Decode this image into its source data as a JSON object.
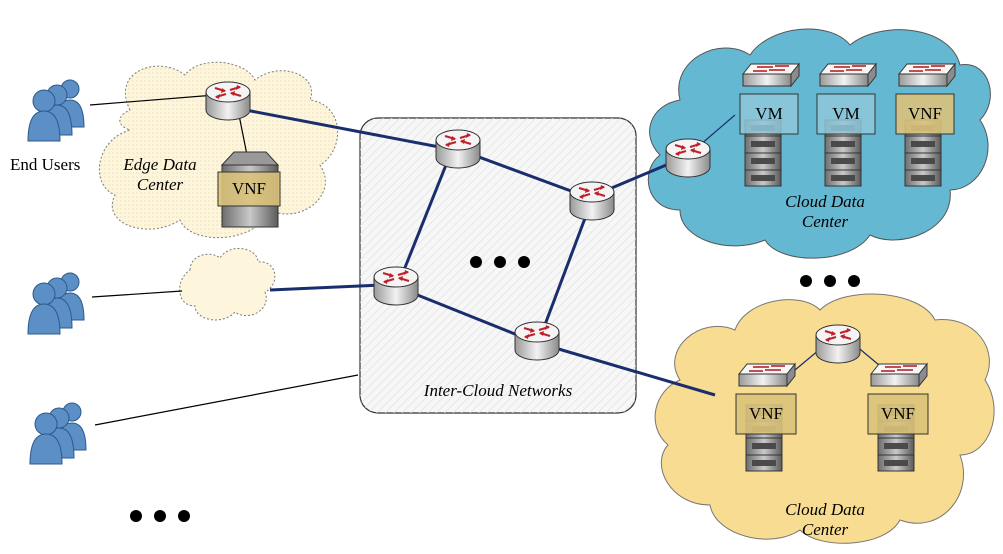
{
  "labels": {
    "end_users": "End Users",
    "edge_dc_line1": "Edge Data",
    "edge_dc_line2": "Center",
    "inter_cloud": "Inter-Cloud Networks",
    "cloud_dc_top_line1": "Cloud Data",
    "cloud_dc_top_line2": "Center",
    "cloud_dc_bottom_line1": "Cloud Data",
    "cloud_dc_bottom_line2": "Center"
  },
  "boxes": {
    "edge_vnf": "VNF",
    "top_vm1": "VM",
    "top_vm2": "VM",
    "top_vnf": "VNF",
    "bottom_vnf1": "VNF",
    "bottom_vnf2": "VNF"
  },
  "colors": {
    "link": "#1a2e6e",
    "edge_cloud": "#fdf6dc",
    "small_cloud": "#fdf6dc",
    "top_cloud": "#65b8d2",
    "bottom_cloud": "#f8dc92",
    "box_fill": "#d9c27a",
    "user": "#5b8fc6",
    "inter_cloud_box": "#f7f7f7"
  }
}
